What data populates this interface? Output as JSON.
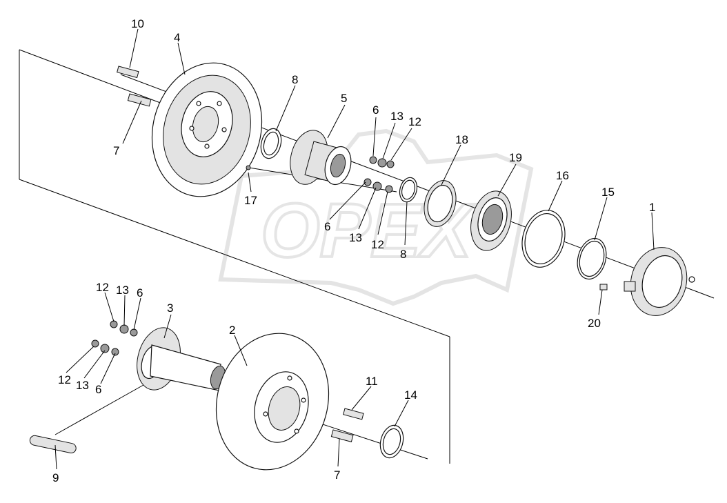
{
  "watermark": {
    "text": "OPEX",
    "color": "#d9d9d9"
  },
  "callouts": [
    {
      "id": "c10a",
      "label": "10"
    },
    {
      "id": "c4a",
      "label": "4"
    },
    {
      "id": "c8a",
      "label": "8"
    },
    {
      "id": "c5a",
      "label": "5"
    },
    {
      "id": "c6a",
      "label": "6"
    },
    {
      "id": "c13a",
      "label": "13"
    },
    {
      "id": "c12a",
      "label": "12"
    },
    {
      "id": "c18a",
      "label": "18"
    },
    {
      "id": "c19a",
      "label": "19"
    },
    {
      "id": "c16a",
      "label": "16"
    },
    {
      "id": "c15a",
      "label": "15"
    },
    {
      "id": "c1a",
      "label": "1"
    },
    {
      "id": "c7a",
      "label": "7"
    },
    {
      "id": "c17a",
      "label": "17"
    },
    {
      "id": "c6b",
      "label": "6"
    },
    {
      "id": "c13b",
      "label": "13"
    },
    {
      "id": "c12b",
      "label": "12"
    },
    {
      "id": "c8b",
      "label": "8"
    },
    {
      "id": "c20a",
      "label": "20"
    },
    {
      "id": "c12c",
      "label": "12"
    },
    {
      "id": "c13c",
      "label": "13"
    },
    {
      "id": "c6c",
      "label": "6"
    },
    {
      "id": "c3a",
      "label": "3"
    },
    {
      "id": "c2a",
      "label": "2"
    },
    {
      "id": "c12d",
      "label": "12"
    },
    {
      "id": "c13d",
      "label": "13"
    },
    {
      "id": "c6d",
      "label": "6"
    },
    {
      "id": "c11a",
      "label": "11"
    },
    {
      "id": "c14a",
      "label": "14"
    },
    {
      "id": "c9a",
      "label": "9"
    },
    {
      "id": "c7b",
      "label": "7"
    }
  ]
}
